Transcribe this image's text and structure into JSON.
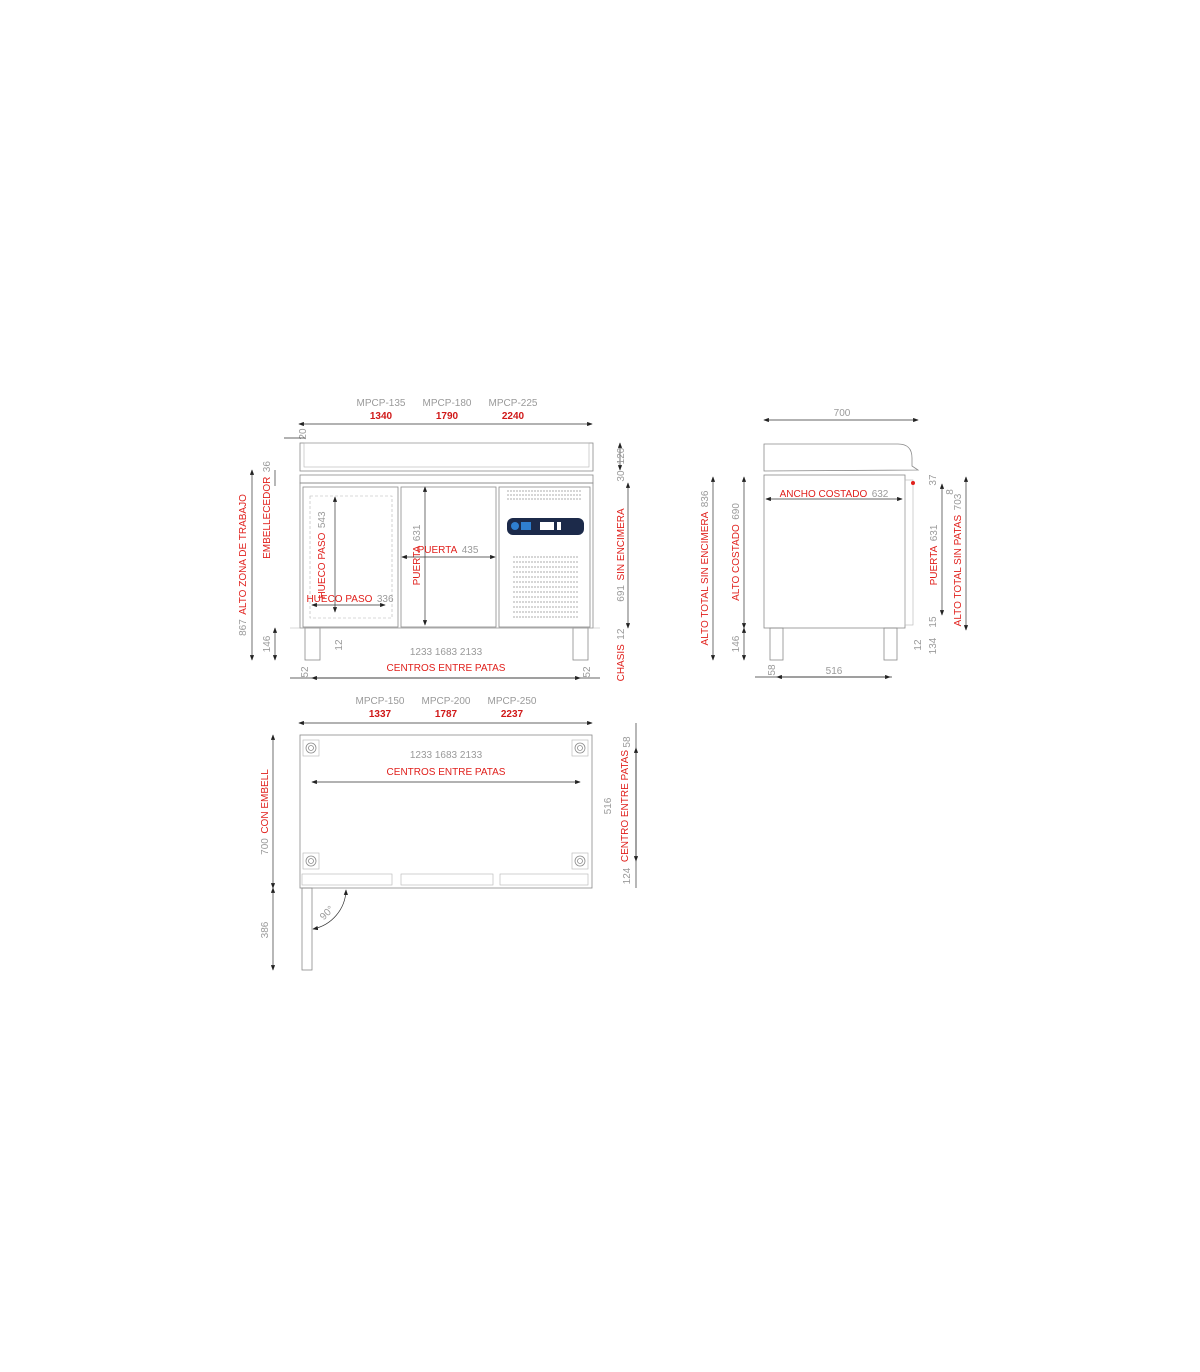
{
  "colors": {
    "label_red": "#e0201c",
    "dimension_gray": "#9a9a9a",
    "control_panel": "#1c2a4a",
    "control_accent": "#2f7fd0"
  },
  "front_view": {
    "models": [
      {
        "model": "MPCP-135",
        "width": "1340"
      },
      {
        "model": "MPCP-180",
        "width": "1790"
      },
      {
        "model": "MPCP-225",
        "width": "2240"
      }
    ],
    "offset_top": "20",
    "countertop_height": "120",
    "gap": "30",
    "sin_encimera": {
      "value": "691",
      "label": "SIN ENCIMERA"
    },
    "chasis": {
      "label": "CHASIS",
      "value": "12"
    },
    "alto_zona": {
      "value": "867",
      "label": "ALTO ZONA DE TRABAJO"
    },
    "embellecedor": {
      "label": "EMBELLECEDOR",
      "value": "36"
    },
    "leg_height": "146",
    "hueco_paso_v": {
      "label": "HUECO PASO",
      "value": "543"
    },
    "hueco_paso_h": {
      "label": "HUECO PASO",
      "value": "336"
    },
    "puerta_v": {
      "label": "PUERTA",
      "value": "631"
    },
    "puerta_h": {
      "label": "PUERTA",
      "value": "435"
    },
    "floor_gap": "12",
    "centros": {
      "values": "1233   1683   2133",
      "label": "CENTROS ENTRE PATAS"
    },
    "leg_offset_left": "52",
    "leg_offset_right": "52"
  },
  "side_view": {
    "depth": "700",
    "ancho_costado": {
      "label": "ANCHO COSTADO",
      "value": "632"
    },
    "alto_total_sin_encimera": {
      "label": "ALTO TOTAL SIN ENCIMERA",
      "value": "836"
    },
    "alto_costado": {
      "label": "ALTO COSTADO",
      "value": "690"
    },
    "leg_height": "146",
    "puerta": {
      "label": "PUERTA",
      "value": "631"
    },
    "alto_total_sin_patas": {
      "label": "ALTO TOTAL SIN PATAS",
      "value": "703"
    },
    "top_gap": "37",
    "hinge_gap": "8",
    "bottom_gap": "15",
    "floor_gap": "12",
    "lower_dim": "134",
    "leg_offset": "58",
    "leg_centers": "516"
  },
  "plan_view": {
    "models": [
      {
        "model": "MPCP-150",
        "width": "1337"
      },
      {
        "model": "MPCP-200",
        "width": "1787"
      },
      {
        "model": "MPCP-250",
        "width": "2237"
      }
    ],
    "centros": {
      "values": "1233   1683   2133",
      "label": "CENTROS ENTRE PATAS"
    },
    "depth": {
      "value": "700",
      "label": "CON EMBELL"
    },
    "door_swing": "386",
    "angle": "90°",
    "leg_offset": "58",
    "centro": {
      "value": "516",
      "label": "CENTRO ENTRE PATAS"
    },
    "front_offset": "124"
  }
}
